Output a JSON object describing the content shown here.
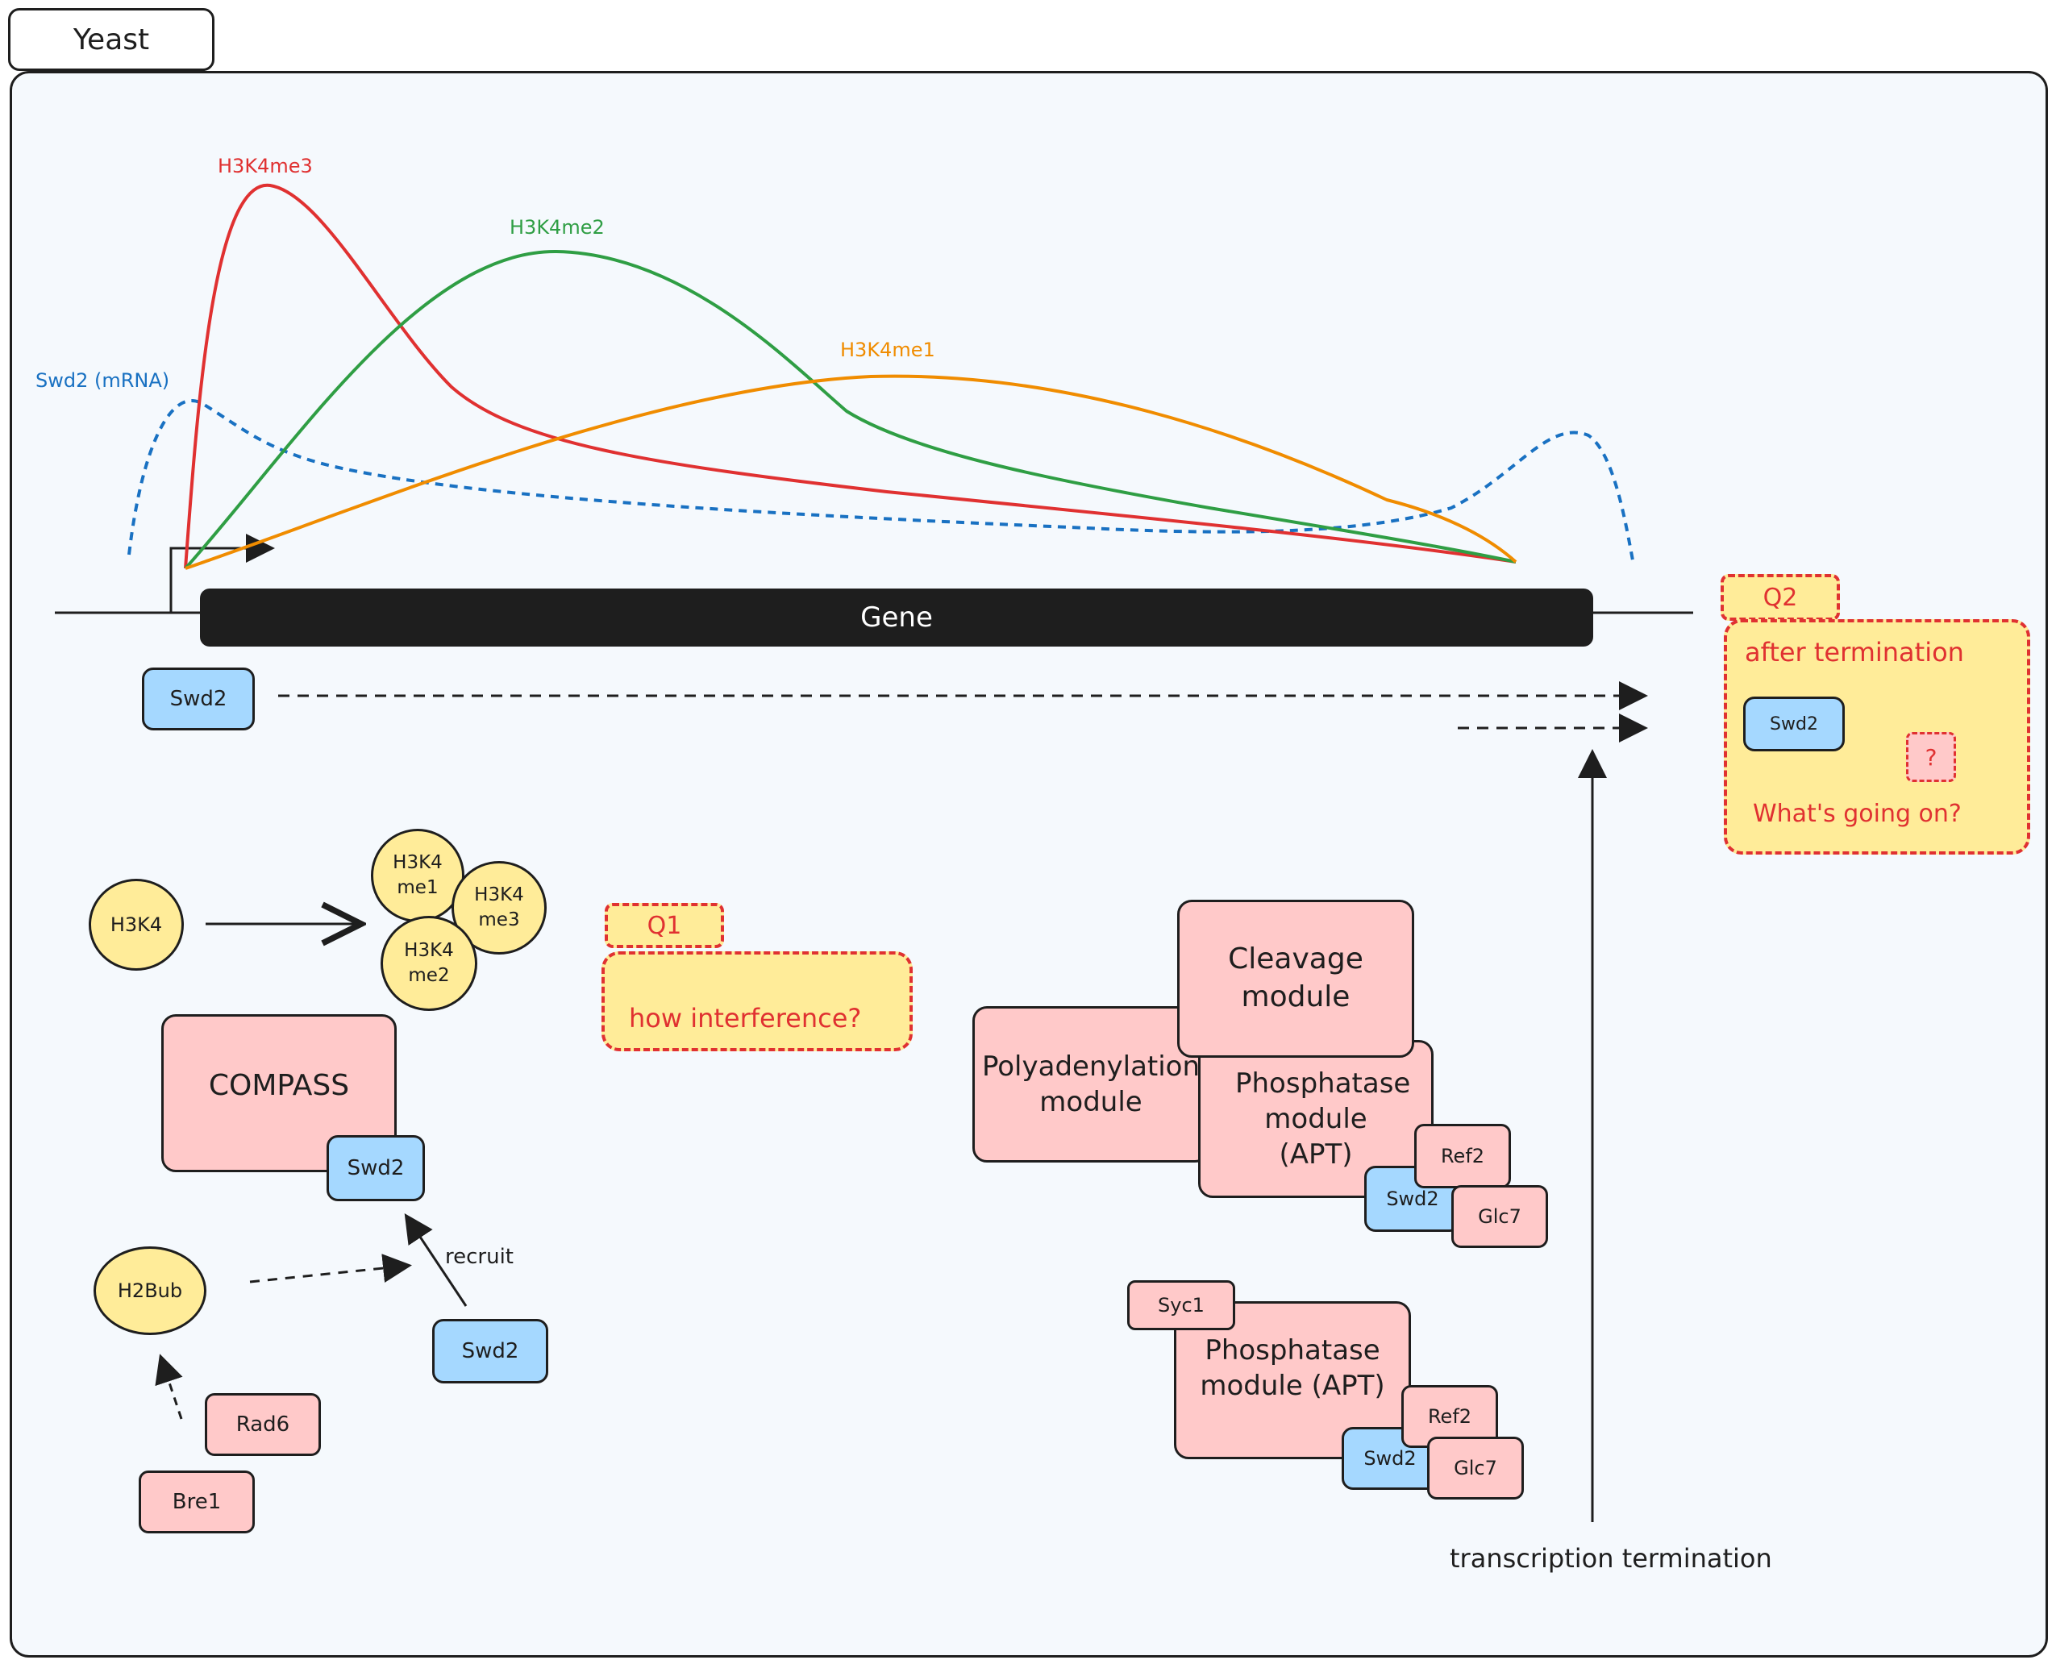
{
  "frame_title": "Yeast",
  "curve_labels": {
    "me3": "H3K4me3",
    "me2": "H3K4me2",
    "me1": "H3K4me1",
    "swd2": "Swd2 (mRNA)"
  },
  "colors": {
    "me3": "#e03131",
    "me2": "#2f9e44",
    "me1": "#f08c00",
    "swd2": "#1971c2",
    "pink": "#ffc9c9",
    "blue": "#a5d8ff",
    "yellow": "#ffec99"
  },
  "gene": {
    "label": "Gene"
  },
  "swd2_track": {
    "label": "Swd2"
  },
  "q2": {
    "tab": "Q2",
    "title": "after termination",
    "swd2": "Swd2",
    "unknown": "?",
    "question": "What's going on?"
  },
  "q1": {
    "tab": "Q1",
    "text": "how interference?"
  },
  "methylation": {
    "h3k4": "H3K4",
    "me1": "H3K4 me1",
    "me3": "H3K4 me3",
    "me2": "H3K4 me2"
  },
  "compass": {
    "label": "COMPASS",
    "swd2": "Swd2"
  },
  "ubiquitination": {
    "h2bub": "H2Bub",
    "swd2": "Swd2",
    "recruit": "recruit",
    "rad6": "Rad6",
    "bre1": "Bre1"
  },
  "cpf": {
    "cleavage": "Cleavage module",
    "polyadenylation": "Polyadenylation module",
    "phosphatase": "Phosphatase module (APT)",
    "ref2": "Ref2",
    "swd2": "Swd2",
    "glc7": "Glc7"
  },
  "apt": {
    "syc1": "Syc1",
    "phosphatase": "Phosphatase module (APT)",
    "ref2": "Ref2",
    "swd2": "Swd2",
    "glc7": "Glc7"
  },
  "termination": {
    "label": "transcription termination"
  }
}
